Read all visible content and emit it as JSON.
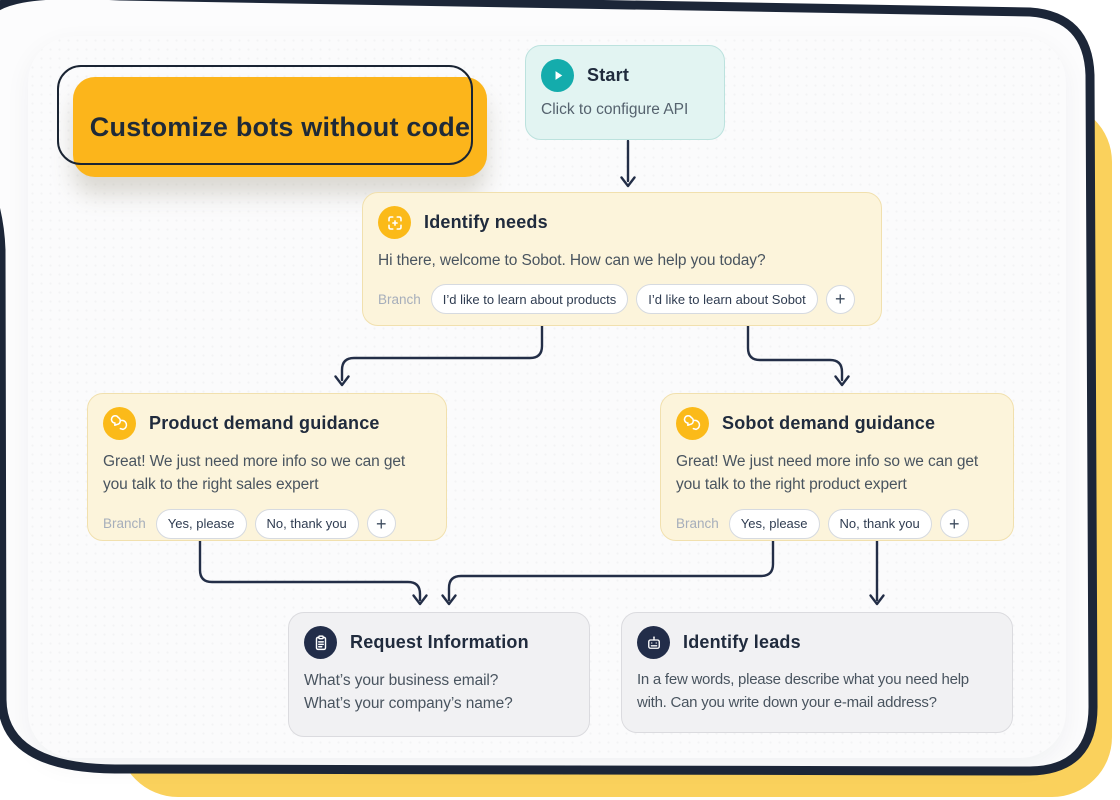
{
  "badge": {
    "label": "Customize bots without code"
  },
  "flow": {
    "start": {
      "title": "Start",
      "subtitle": "Click to configure API"
    },
    "identify_needs": {
      "title": "Identify needs",
      "message": "Hi there, welcome to Sobot. How can we help you today?",
      "branch_label": "Branch",
      "branch1": "I’d like to learn about products",
      "branch2": "I’d like to learn about Sobot",
      "add": "+"
    },
    "product_guidance": {
      "title": "Product demand guidance",
      "line1": "Great! We just need more info so we can get",
      "line2": "you talk to the right sales expert",
      "branch_label": "Branch",
      "branch1": "Yes, please",
      "branch2": "No, thank you",
      "add": "+"
    },
    "sobot_guidance": {
      "title": "Sobot demand guidance",
      "line1": "Great! We just need more info so we can get",
      "line2": "you talk to the right product expert",
      "branch_label": "Branch",
      "branch1": "Yes, please",
      "branch2": "No, thank you",
      "add": "+"
    },
    "request_information": {
      "title": "Request Information",
      "line1": "What’s your business email?",
      "line2": "What’s your company’s name?"
    },
    "identify_leads": {
      "title": "Identify leads",
      "line1": "In a few words, please describe what you need help",
      "line2": "with. Can you write down your e-mail address?"
    }
  },
  "colors": {
    "badge_yellow": "#FCB51B",
    "accent_yellow": "#FAD15C",
    "frame_navy": "#1C2638",
    "node_cream_bg": "#FCF4DB",
    "node_cream_border": "#F1E0AE",
    "node_teal_bg": "#E2F4F2",
    "node_gray_bg": "#F1F1F3",
    "icon_yellow": "#FBBA19",
    "icon_teal": "#14ACAC",
    "icon_navy": "#222D49",
    "connector": "#232E47",
    "title_text": "#202B3D",
    "body_text": "#49545F"
  }
}
